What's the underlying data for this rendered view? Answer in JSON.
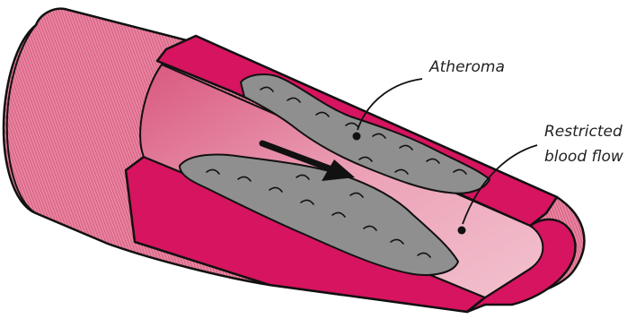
{
  "diagram": {
    "labels": {
      "atheroma": "Atheroma",
      "restricted_line1": "Restricted",
      "restricted_line2": "blood flow"
    },
    "colors": {
      "wall": "#d6145f",
      "outer_hatch": "#d9577f",
      "lumen": "#e88ea8",
      "plaque": "#8f8f8f",
      "outline": "#111111"
    },
    "icons": {
      "flow_arrow": "arrow-right-icon"
    }
  }
}
